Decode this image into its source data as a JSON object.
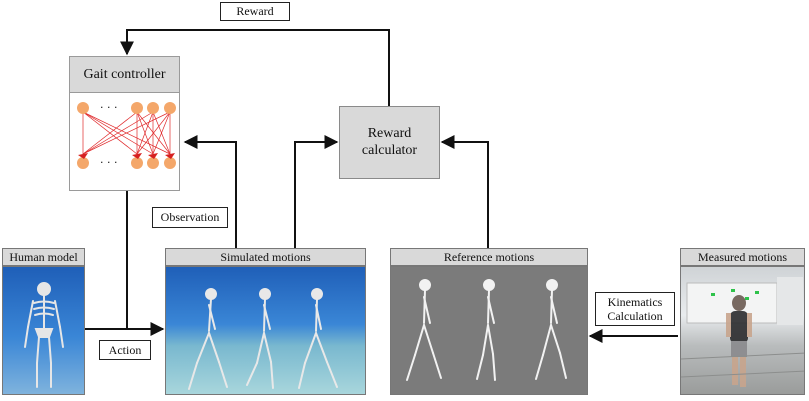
{
  "labels": {
    "reward": "Reward",
    "gait_controller": "Gait controller",
    "reward_calculator_line1": "Reward",
    "reward_calculator_line2": "calculator",
    "observation": "Observation",
    "action": "Action",
    "human_model": "Human model",
    "simulated_motions": "Simulated motions",
    "reference_motions": "Reference motions",
    "measured_motions": "Measured motions",
    "kinematics_line1": "Kinematics",
    "kinematics_line2": "Calculation",
    "nn_dots_top": "· · ·",
    "nn_dots_bottom": "· · ·"
  },
  "colors": {
    "neuron": "#f4a76a",
    "connection": "#e0282a",
    "activation": "#d62020",
    "panel_header": "#d9d9d9",
    "sky_blue": "#3a7fd0",
    "reference_bg": "#7b7b7b"
  }
}
